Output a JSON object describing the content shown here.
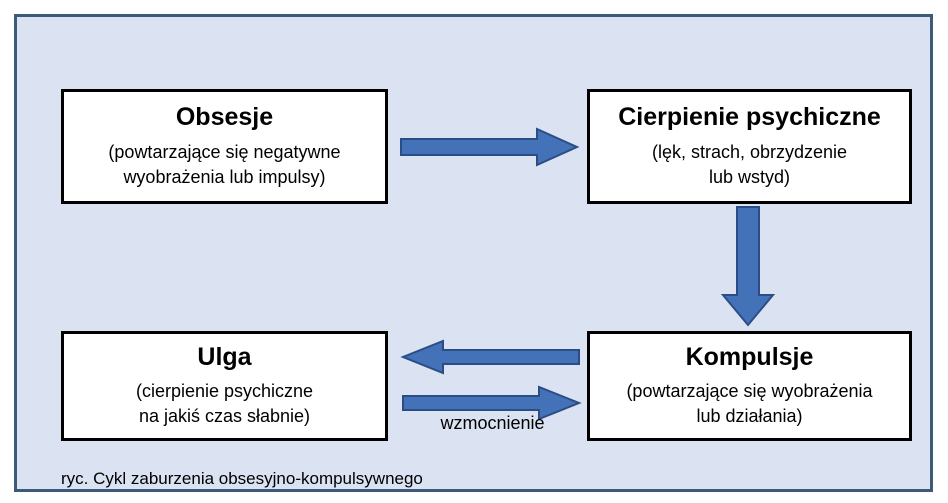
{
  "figure": {
    "caption": "ryc. Cykl zaburzenia obsesyjno-kompulsywnego",
    "colors": {
      "panel_background": "#dbe2f1",
      "panel_border": "#3b5b78",
      "node_background": "#ffffff",
      "node_border": "#000000",
      "arrow_fill": "#4472b8",
      "arrow_stroke": "#2b4d86",
      "text": "#000000"
    }
  },
  "nodes": {
    "obsesje": {
      "title": "Obsesje",
      "desc_line1": "(powtarzające się negatywne",
      "desc_line2": "wyobrażenia lub impulsy)"
    },
    "cierpienie": {
      "title": "Cierpienie psychiczne",
      "desc_line1": "(lęk, strach, obrzydzenie",
      "desc_line2": "lub wstyd)"
    },
    "ulga": {
      "title": "Ulga",
      "desc_line1": "(cierpienie psychiczne",
      "desc_line2": "na jakiś czas słabnie)"
    },
    "kompulsje": {
      "title": "Kompulsje",
      "desc_line1": "(powtarzające się wyobrażenia",
      "desc_line2": "lub działania)"
    }
  },
  "arrows": {
    "obsesje_to_cierpienie": {
      "direction": "right",
      "label": ""
    },
    "cierpienie_to_kompulsje": {
      "direction": "down",
      "label": ""
    },
    "kompulsje_to_ulga": {
      "direction": "left",
      "label": ""
    },
    "ulga_to_kompulsje": {
      "direction": "right",
      "label": "wzmocnienie"
    }
  }
}
